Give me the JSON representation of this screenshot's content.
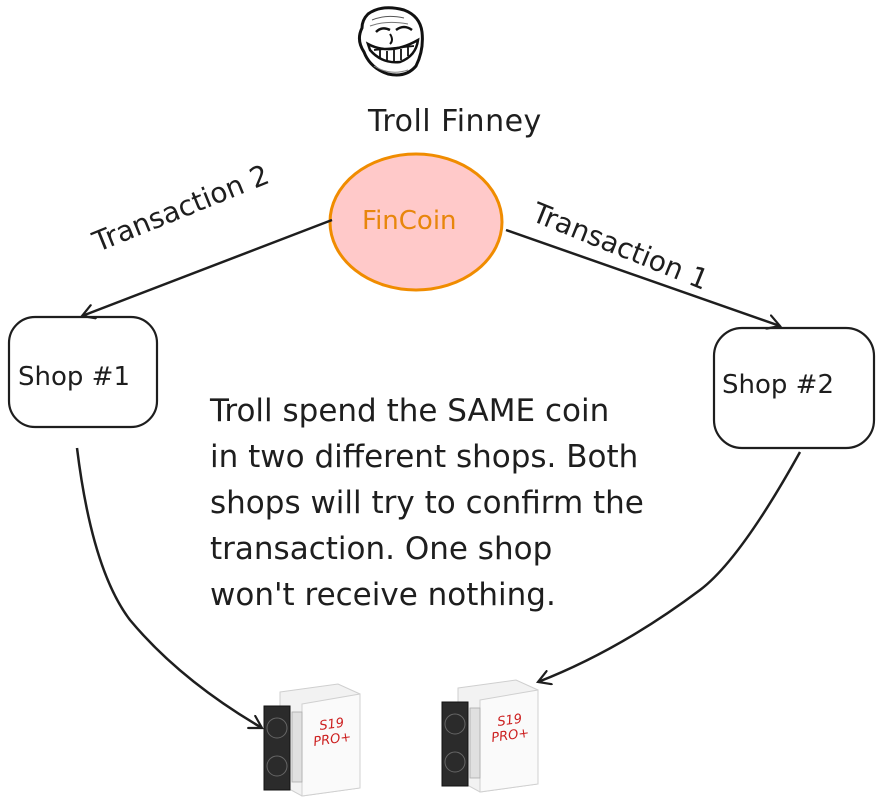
{
  "diagram": {
    "title": "Troll Finney",
    "avatar_icon": "troll-face-icon",
    "coin": {
      "label": "FinCoin",
      "fill": "#ffc9c9",
      "stroke": "#f08c00",
      "text_color": "#e8860c"
    },
    "shops": [
      {
        "label": "Shop #1"
      },
      {
        "label": "Shop #2"
      }
    ],
    "edges": [
      {
        "label": "Transaction 2",
        "from": "FinCoin",
        "to": "Shop #1"
      },
      {
        "label": "Transaction 1",
        "from": "FinCoin",
        "to": "Shop #2"
      },
      {
        "label": "",
        "from": "Shop #1",
        "to": "Miner 1"
      },
      {
        "label": "",
        "from": "Shop #2",
        "to": "Miner 2"
      }
    ],
    "note_lines": [
      "Troll spend the SAME coin",
      "in two different shops. Both",
      "shops will try to confirm the",
      "transaction. One shop",
      "won't receive nothing."
    ],
    "miners": [
      {
        "model_line1": "S19",
        "model_line2": "PRO+"
      },
      {
        "model_line1": "S19",
        "model_line2": "PRO+"
      }
    ]
  }
}
